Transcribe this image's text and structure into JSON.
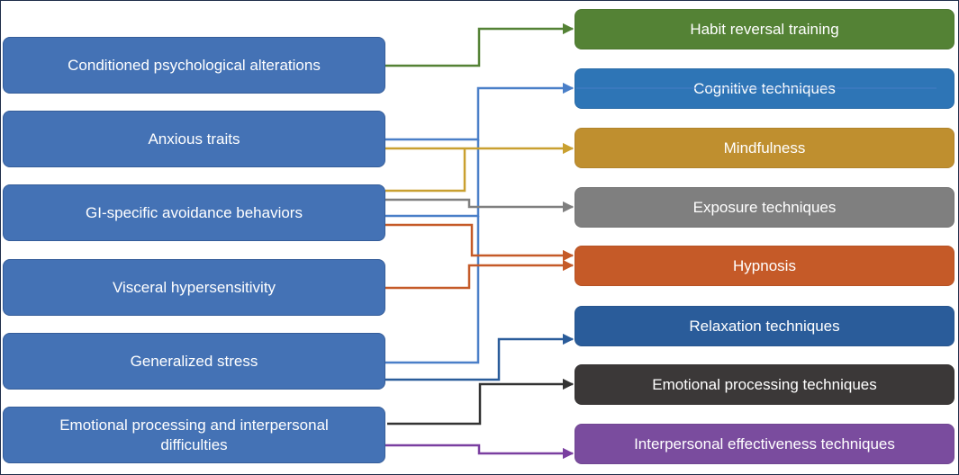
{
  "diagram": {
    "factors": [
      {
        "id": "conditioned",
        "label": "Conditioned psychological alterations"
      },
      {
        "id": "anxious",
        "label": "Anxious traits"
      },
      {
        "id": "gi_avoidance",
        "label": "GI-specific avoidance behaviors"
      },
      {
        "id": "visceral",
        "label": "Visceral hypersensitivity"
      },
      {
        "id": "stress",
        "label": "Generalized stress"
      },
      {
        "id": "emotional",
        "label": "Emotional processing and interpersonal difficulties"
      }
    ],
    "techniques": [
      {
        "id": "habit",
        "label": "Habit reversal training",
        "color": "#548235"
      },
      {
        "id": "cognitive",
        "label": "Cognitive techniques",
        "color": "#2e75b6"
      },
      {
        "id": "mindfulness",
        "label": "Mindfulness",
        "color": "#bf8f2f"
      },
      {
        "id": "exposure",
        "label": "Exposure techniques",
        "color": "#7f7f7f"
      },
      {
        "id": "hypnosis",
        "label": "Hypnosis",
        "color": "#c55a28"
      },
      {
        "id": "relaxation",
        "label": "Relaxation techniques",
        "color": "#2a5c9a"
      },
      {
        "id": "emotional_proc",
        "label": "Emotional processing techniques",
        "color": "#3b3838"
      },
      {
        "id": "interpersonal",
        "label": "Interpersonal effectiveness techniques",
        "color": "#7a4c9e"
      }
    ],
    "connections": [
      {
        "from": "conditioned",
        "to": "habit",
        "color": "#548235"
      },
      {
        "from": "anxious",
        "to": "cognitive",
        "color": "#4a7fc8"
      },
      {
        "from": "gi_avoidance",
        "to": "cognitive",
        "color": "#4a7fc8"
      },
      {
        "from": "stress",
        "to": "cognitive",
        "color": "#4a7fc8"
      },
      {
        "from": "anxious",
        "to": "mindfulness",
        "color": "#c9a030"
      },
      {
        "from": "gi_avoidance",
        "to": "mindfulness",
        "color": "#c9a030"
      },
      {
        "from": "gi_avoidance",
        "to": "exposure",
        "color": "#7f7f7f"
      },
      {
        "from": "gi_avoidance",
        "to": "hypnosis",
        "color": "#c55a28"
      },
      {
        "from": "visceral",
        "to": "hypnosis",
        "color": "#c55a28"
      },
      {
        "from": "stress",
        "to": "relaxation",
        "color": "#2a5c9a"
      },
      {
        "from": "emotional",
        "to": "emotional_proc",
        "color": "#333333"
      },
      {
        "from": "emotional",
        "to": "interpersonal",
        "color": "#7a3fa0"
      }
    ]
  }
}
